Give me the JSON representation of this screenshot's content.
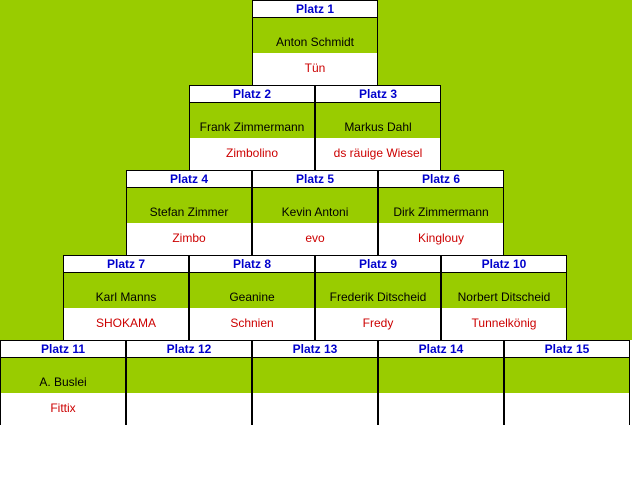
{
  "colors": {
    "background_green": "#99cc00",
    "heading_blue": "#0000cc",
    "nickname_red": "#cc0000"
  },
  "ranking": [
    {
      "label": "Platz 1",
      "name": "Anton Schmidt",
      "nickname": "Tün"
    },
    {
      "label": "Platz 2",
      "name": "Frank Zimmermann",
      "nickname": "Zimbolino"
    },
    {
      "label": "Platz 3",
      "name": "Markus Dahl",
      "nickname": "ds räuige Wiesel"
    },
    {
      "label": "Platz 4",
      "name": "Stefan Zimmer",
      "nickname": "Zimbo"
    },
    {
      "label": "Platz 5",
      "name": "Kevin Antoni",
      "nickname": "evo"
    },
    {
      "label": "Platz 6",
      "name": "Dirk Zimmermann",
      "nickname": "Kinglouy"
    },
    {
      "label": "Platz 7",
      "name": "Karl Manns",
      "nickname": "SHOKAMA"
    },
    {
      "label": "Platz 8",
      "name": "Geanine",
      "nickname": "Schnien"
    },
    {
      "label": "Platz 9",
      "name": "Frederik Ditscheid",
      "nickname": "Fredy"
    },
    {
      "label": "Platz 10",
      "name": "Norbert Ditscheid",
      "nickname": "Tunnelkönig"
    },
    {
      "label": "Platz 11",
      "name": "A. Buslei",
      "nickname": "Fittix"
    },
    {
      "label": "Platz 12",
      "name": "",
      "nickname": ""
    },
    {
      "label": "Platz 13",
      "name": "",
      "nickname": ""
    },
    {
      "label": "Platz 14",
      "name": "",
      "nickname": ""
    },
    {
      "label": "Platz 15",
      "name": "",
      "nickname": ""
    }
  ]
}
